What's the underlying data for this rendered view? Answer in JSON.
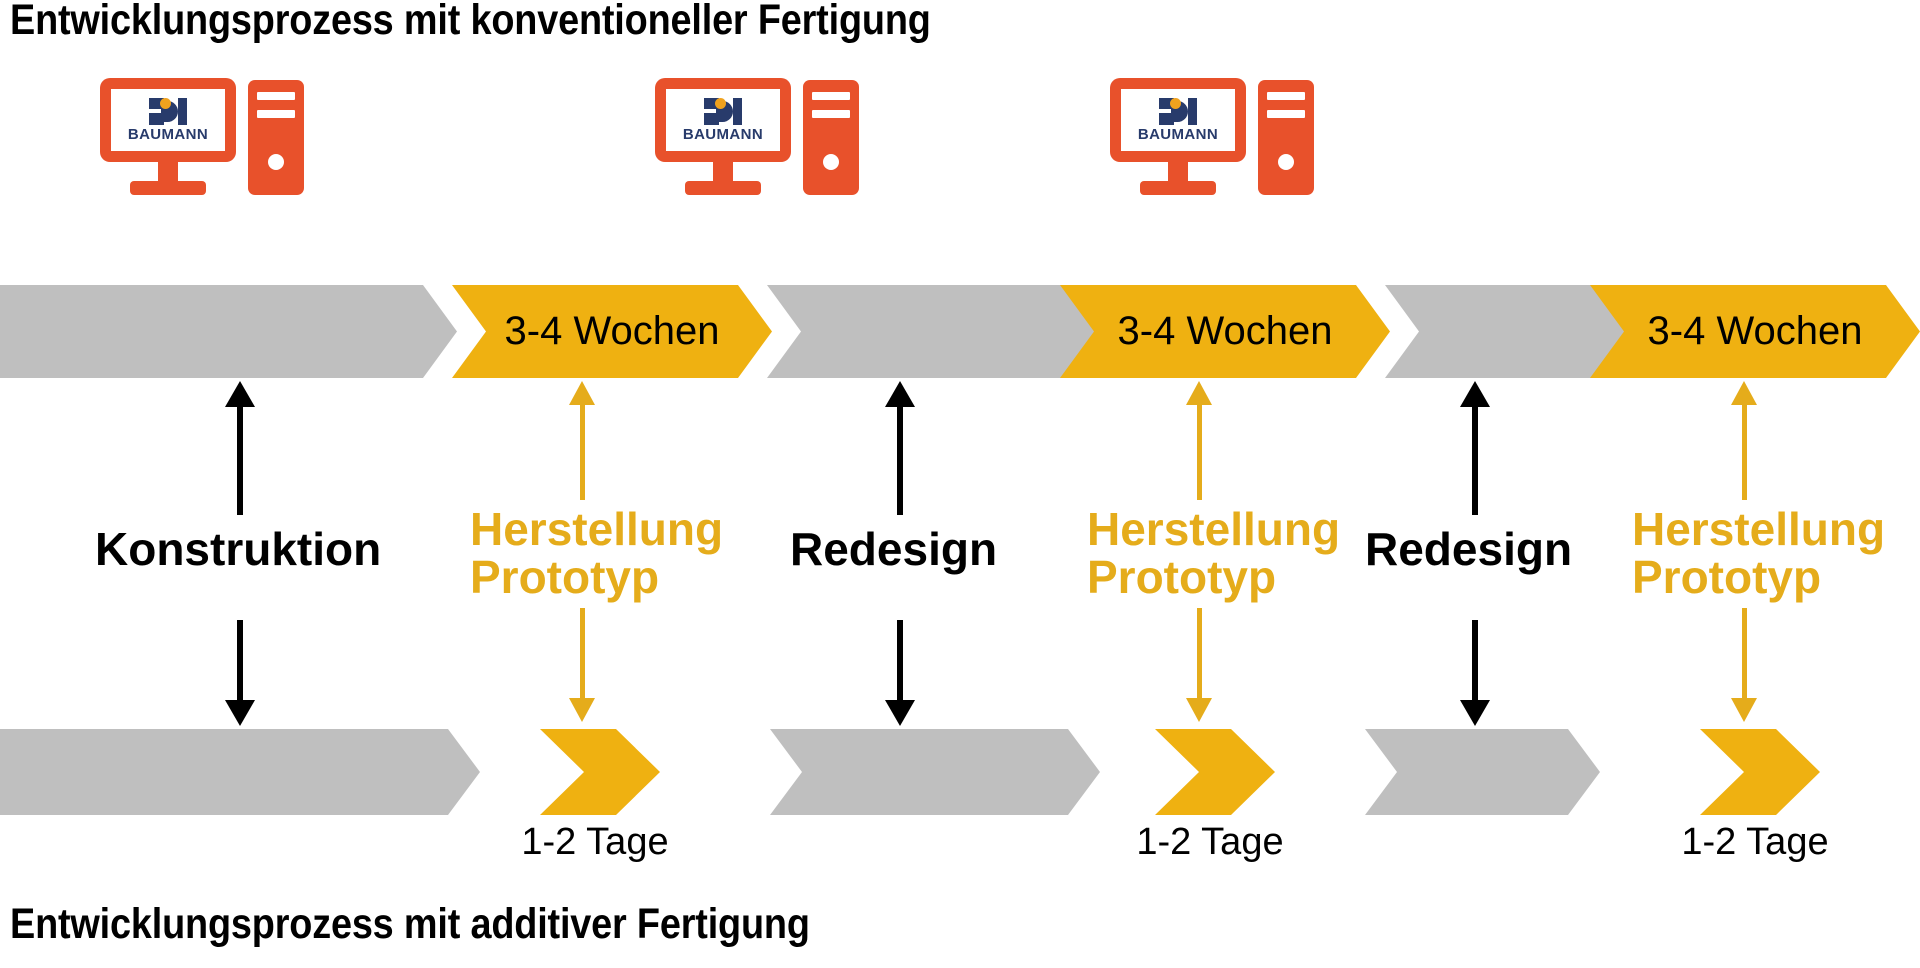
{
  "titles": {
    "top": "Entwicklungsprozess mit konventioneller Fertigung",
    "bottom": "Entwicklungsprozess mit additiver Fertigung"
  },
  "colors": {
    "gray": "#BFBFBF",
    "yellow": "#EFB111",
    "label_yellow": "#E5AC1B",
    "orange": "#E8512B",
    "navy": "#283B6B",
    "logo_dot": "#F0A21E",
    "black": "#000000",
    "background": "#FFFFFF"
  },
  "computers": [
    {
      "logo_text": "BAUMANN",
      "icon": "desktop-computer-icon"
    },
    {
      "logo_text": "BAUMANN",
      "icon": "desktop-computer-icon"
    },
    {
      "logo_text": "BAUMANN",
      "icon": "desktop-computer-icon"
    }
  ],
  "top_band": [
    {
      "label": "",
      "color": "gray",
      "kind": "phase"
    },
    {
      "label": "3-4 Wochen",
      "color": "yellow",
      "kind": "duration"
    },
    {
      "label": "",
      "color": "gray",
      "kind": "phase"
    },
    {
      "label": "3-4 Wochen",
      "color": "yellow",
      "kind": "duration"
    },
    {
      "label": "",
      "color": "gray",
      "kind": "phase"
    },
    {
      "label": "3-4 Wochen",
      "color": "yellow",
      "kind": "duration"
    }
  ],
  "bottom_band": [
    {
      "label": "",
      "color": "gray",
      "kind": "phase"
    },
    {
      "label": "1-2 Tage",
      "color": "yellow",
      "kind": "duration"
    },
    {
      "label": "",
      "color": "gray",
      "kind": "phase"
    },
    {
      "label": "1-2 Tage",
      "color": "yellow",
      "kind": "duration"
    },
    {
      "label": "",
      "color": "gray",
      "kind": "phase"
    },
    {
      "label": "1-2 Tage",
      "color": "yellow",
      "kind": "duration"
    }
  ],
  "connectors": [
    {
      "label": "Konstruktion",
      "label_line2": "",
      "color": "black",
      "arrow": "double-headed-vertical-arrow"
    },
    {
      "label": "Herstellung",
      "label_line2": "Prototyp",
      "color": "yellow",
      "arrow": "double-headed-vertical-arrow"
    },
    {
      "label": "Redesign",
      "label_line2": "",
      "color": "black",
      "arrow": "double-headed-vertical-arrow"
    },
    {
      "label": "Herstellung",
      "label_line2": "Prototyp",
      "color": "yellow",
      "arrow": "double-headed-vertical-arrow"
    },
    {
      "label": "Redesign",
      "label_line2": "",
      "color": "black",
      "arrow": "double-headed-vertical-arrow"
    },
    {
      "label": "Herstellung",
      "label_line2": "Prototyp",
      "color": "yellow",
      "arrow": "double-headed-vertical-arrow"
    }
  ],
  "tage_labels": [
    "1-2 Tage",
    "1-2 Tage",
    "1-2 Tage"
  ]
}
